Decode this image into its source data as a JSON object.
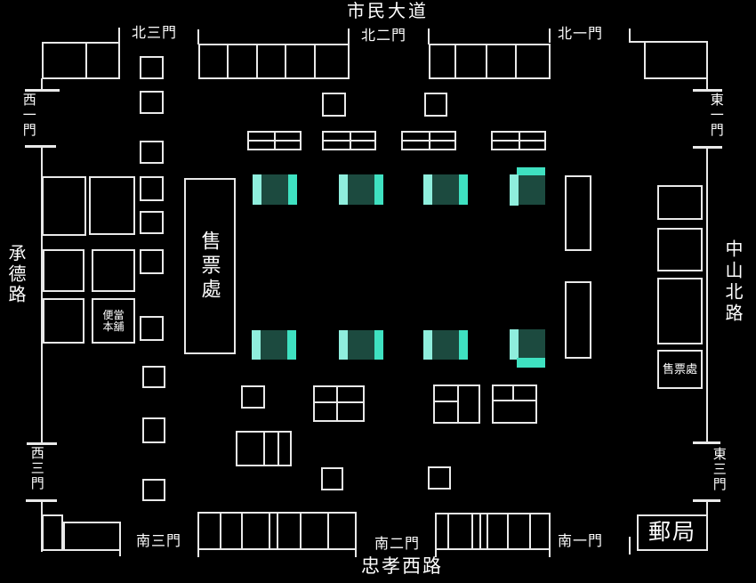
{
  "map": {
    "streets": {
      "north": "市民大道",
      "south": "忠孝西路",
      "west": "承德路",
      "east": "中山北路"
    },
    "gates": {
      "north3": "北三門",
      "north2": "北二門",
      "north1": "北一門",
      "west1": "西一門",
      "west3": "西三門",
      "east1": "東一門",
      "east3": "東三門",
      "south3": "南三門",
      "south2": "南二門",
      "south1": "南一門"
    },
    "facilities": {
      "ticket_office_west": "售票處",
      "ticket_office_east": "售票處",
      "bento_shop_line1": "便當",
      "bento_shop_line2": "本舖",
      "post_office": "郵局"
    },
    "colors": {
      "background": "#000000",
      "line": "#e9e9e9",
      "escalator_bright": "#3fe1c1",
      "escalator_light": "#8feedd",
      "escalator_dark": "#1c4a3f"
    }
  }
}
